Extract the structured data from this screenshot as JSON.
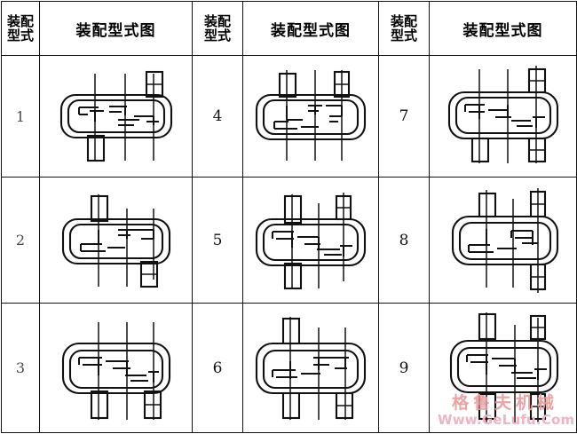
{
  "table": {
    "header": {
      "label_col_title_line1": "装配",
      "label_col_title_line2": "型式",
      "diagram_col_title": "装配型式图"
    },
    "columns": [
      {
        "kind": "label",
        "title_line1": "装配",
        "title_line2": "型式"
      },
      {
        "kind": "diagram",
        "title": "装配型式图"
      },
      {
        "kind": "label",
        "title_line1": "装配",
        "title_line2": "型式"
      },
      {
        "kind": "diagram",
        "title": "装配型式图"
      },
      {
        "kind": "label",
        "title_line1": "装配",
        "title_line2": "型式"
      },
      {
        "kind": "diagram",
        "title": "装配型式图"
      }
    ],
    "rows": [
      {
        "cells": [
          {
            "type_number": "1"
          },
          {
            "diagram": "assembly-type-1"
          },
          {
            "type_number": "4"
          },
          {
            "diagram": "assembly-type-4"
          },
          {
            "type_number": "7"
          },
          {
            "diagram": "assembly-type-7"
          }
        ]
      },
      {
        "cells": [
          {
            "type_number": "2"
          },
          {
            "diagram": "assembly-type-2"
          },
          {
            "type_number": "5"
          },
          {
            "diagram": "assembly-type-5"
          },
          {
            "type_number": "8"
          },
          {
            "diagram": "assembly-type-8"
          }
        ]
      },
      {
        "cells": [
          {
            "type_number": "3"
          },
          {
            "diagram": "assembly-type-3"
          },
          {
            "type_number": "6"
          },
          {
            "diagram": "assembly-type-6"
          },
          {
            "type_number": "9"
          },
          {
            "diagram": "assembly-type-9"
          }
        ]
      }
    ]
  },
  "watermark": {
    "chinese": "格鲁夫机械",
    "url": "Www.GeLufu.Com",
    "color_chinese": "#e8a0a0",
    "color_url": "#f0b4c0"
  },
  "colors": {
    "line": "#111111",
    "background": "#ffffff"
  }
}
